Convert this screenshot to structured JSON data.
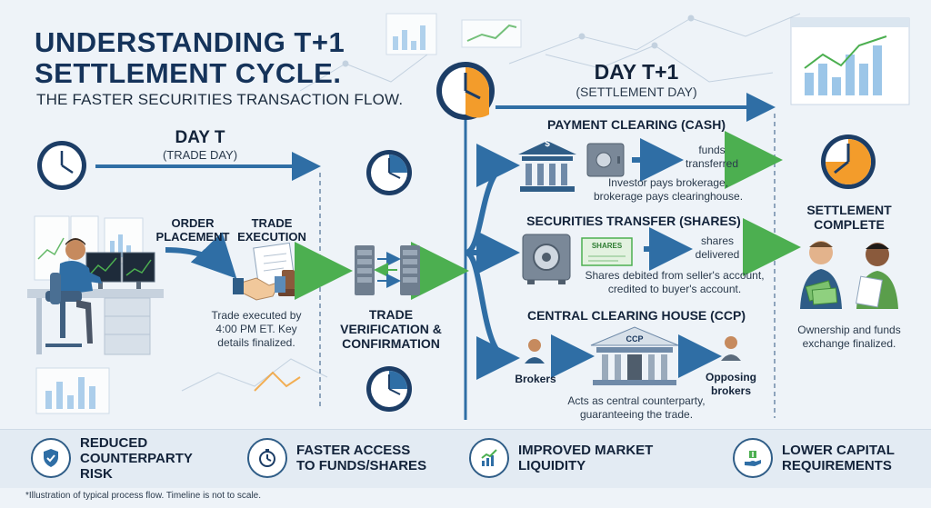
{
  "title": "UNDERSTANDING T+1 SETTLEMENT CYCLE.",
  "subtitle": "THE FASTER SECURITIES TRANSACTION FLOW.",
  "day_t": {
    "title": "DAY T",
    "subtitle": "(TRADE DAY)"
  },
  "day_t1": {
    "title": "DAY T+1",
    "subtitle": "(SETTLEMENT DAY)"
  },
  "steps": {
    "order_placement": "ORDER PLACEMENT",
    "trade_execution": "TRADE EXECUTION",
    "execution_note": "Trade executed by 4:00 PM ET. Key details finalized.",
    "verification": "TRADE VERIFICATION & CONFIRMATION"
  },
  "payment": {
    "title": "PAYMENT CLEARING (CASH)",
    "result": "funds transferred",
    "note": "Investor pays brokerage, brokerage pays clearinghouse."
  },
  "securities": {
    "title": "SECURITIES TRANSFER (SHARES)",
    "certificate": "SHARES",
    "result": "shares delivered",
    "note": "Shares debited from seller's account, credited to buyer's account."
  },
  "ccp": {
    "title": "CENTRAL CLEARING HOUSE (CCP)",
    "building_label": "CCP",
    "brokers": "Brokers",
    "opposing": "Opposing brokers",
    "note": "Acts as central counterparty, guaranteeing the trade."
  },
  "settlement": {
    "title": "SETTLEMENT COMPLETE",
    "note": "Ownership and funds exchange finalized."
  },
  "benefits": [
    {
      "label": "REDUCED COUNTERPARTY RISK",
      "icon": "shield-check-icon"
    },
    {
      "label": "FASTER ACCESS TO FUNDS/SHARES",
      "icon": "stopwatch-icon"
    },
    {
      "label": "IMPROVED MARKET LIQUIDITY",
      "icon": "growth-chart-icon"
    },
    {
      "label": "LOWER CAPITAL REQUIREMENTS",
      "icon": "hand-money-icon"
    }
  ],
  "dollar_sign": "$",
  "footnote": "*Illustration of typical process flow. Timeline is not to scale.",
  "colors": {
    "navy": "#15335a",
    "blue_arrow": "#2f6ea5",
    "green_arrow": "#4caf50",
    "clock_orange": "#f39c2b",
    "clock_navy": "#1c3d66",
    "background": "#eef3f8"
  }
}
